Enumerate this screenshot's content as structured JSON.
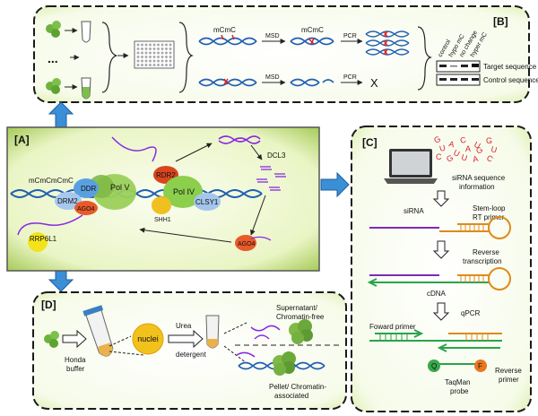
{
  "panels": {
    "A": "[A]",
    "B": "[B]",
    "C": "[C]",
    "D": "[D]"
  },
  "panelA": {
    "methyl": "mCmCmCmC",
    "ddr": "DDR",
    "drm2": "DRM2",
    "ago4_left": "AGO4",
    "polv": "Pol V",
    "rdr2": "RDR2",
    "poliv": "Pol IV",
    "shh1": "SHH1",
    "clsy1": "CLSY1",
    "dcl3": "DCL3",
    "ago4_right": "AGO4",
    "rrp6l1": "RRP6L1"
  },
  "panelB": {
    "dots": "...",
    "mc_top": "mCmC",
    "msd_top": "MSD",
    "mc_mid": "mCmC",
    "pcr_top": "PCR",
    "msd_bot": "MSD",
    "pcr_bot": "PCR",
    "x_mark": "X",
    "col_labels": [
      "control",
      "hypo mC",
      "no change",
      "hyper mC"
    ],
    "row_labels": [
      "Target sequence",
      "Control sequence"
    ]
  },
  "panelC": {
    "letters": [
      "G",
      "U",
      "C",
      "A",
      "U",
      "G",
      "C",
      "A",
      "U",
      "U",
      "G",
      "A",
      "G",
      "U",
      "C"
    ],
    "sirna_info": [
      "siRNA sequence",
      "information"
    ],
    "sirna": "siRNA",
    "stemloop": [
      "Stem-loop",
      "RT primer"
    ],
    "rt": [
      "Reverse",
      "transcription"
    ],
    "cdna": "cDNA",
    "qpcr": "qPCR",
    "fwd": "Foward primer",
    "q": "Q",
    "f": "F",
    "taqman": [
      "TaqMan",
      "probe"
    ],
    "rev": [
      "Reverse",
      "primer"
    ]
  },
  "panelD": {
    "honda": [
      "Honda",
      "buffer"
    ],
    "nuclei": "nuclei",
    "urea": [
      "Urea",
      "detergent"
    ],
    "supernatant": [
      "Supernatant/",
      "Chromatin-free"
    ],
    "pellet": [
      "Pellet/ Chromatin-",
      "associated"
    ]
  }
}
